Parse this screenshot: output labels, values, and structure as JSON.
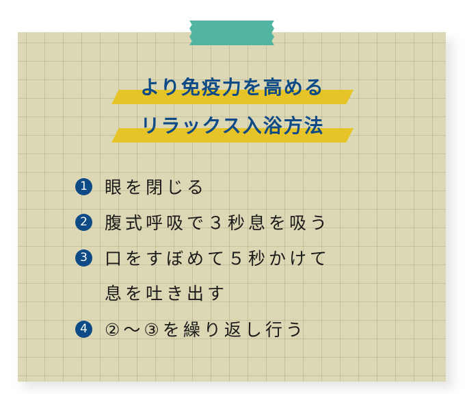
{
  "title": {
    "line1": "より免疫力を高める",
    "line2": "リラックス入浴方法"
  },
  "steps": [
    {
      "num": "1",
      "text": "眼を閉じる"
    },
    {
      "num": "2",
      "text": "腹式呼吸で３秒息を吸う"
    },
    {
      "num": "3",
      "text": "口をすぼめて５秒かけて",
      "continuation": "息を吐き出す"
    },
    {
      "num": "4",
      "text": "②〜③を繰り返し行う"
    }
  ],
  "colors": {
    "tape": "#52b5a2",
    "highlight": "#e6c428",
    "accent_blue": "#0e4a86",
    "paper": "#dcd7b4"
  }
}
